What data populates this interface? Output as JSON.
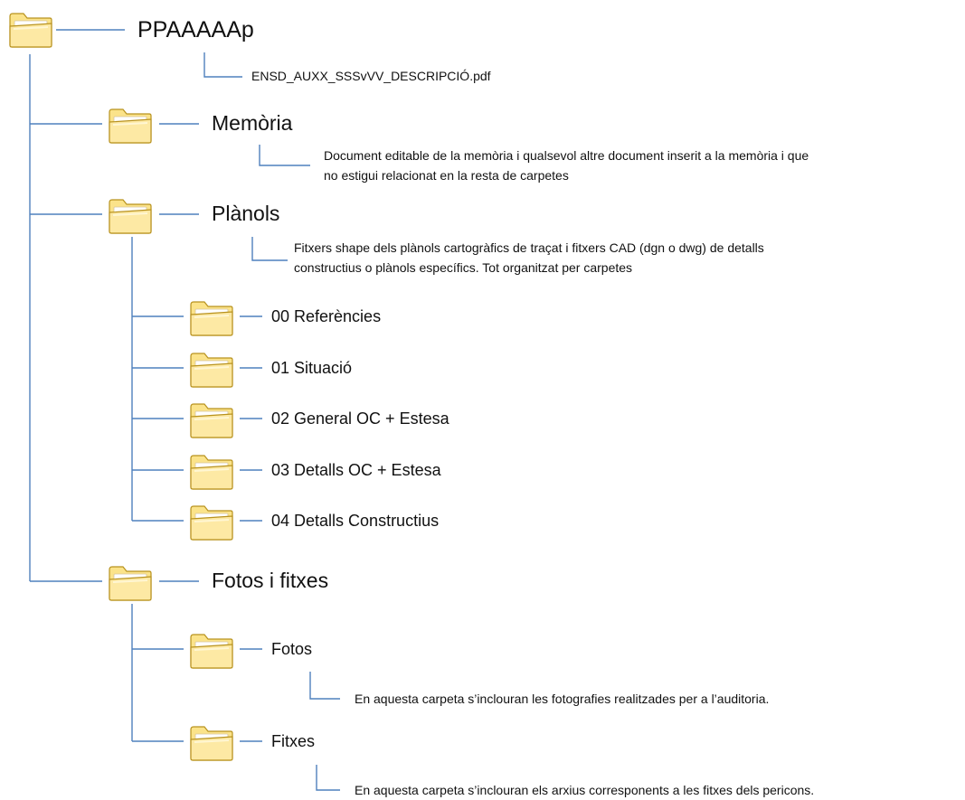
{
  "root": {
    "label": "PPAAAAAp",
    "file": "ENSD_AUXX_SSSvVV_DESCRIPCIÓ.pdf"
  },
  "folders": {
    "memoria": {
      "label": "Memòria",
      "desc_line1": "Document editable de la memòria i qualsevol altre document inserit a la memòria i que",
      "desc_line2": "no estigui relacionat en la resta de carpetes"
    },
    "planols": {
      "label": "Plànols",
      "desc_line1": "Fitxers shape dels plànols cartogràfics de traçat i fitxers CAD (dgn o dwg) de detalls",
      "desc_line2": "constructius o plànols específics. Tot organitzat per carpetes",
      "children": [
        {
          "label": "00 Referències"
        },
        {
          "label": "01 Situació"
        },
        {
          "label": "02 General OC + Estesa"
        },
        {
          "label": "03 Detalls OC + Estesa"
        },
        {
          "label": "04 Detalls Constructius"
        }
      ]
    },
    "fotos_fitxes": {
      "label": "Fotos i fitxes",
      "fotos": {
        "label": "Fotos",
        "desc": "En aquesta carpeta s’inclouran les fotografies realitzades per a l’auditoria."
      },
      "fitxes": {
        "label": "Fitxes",
        "desc": "En aquesta carpeta s’inclouran els arxius corresponents a les fitxes dels pericons."
      }
    }
  },
  "icon": "folder-icon",
  "colors": {
    "connector": "#4f81bd",
    "folder_fill": "#fbe38a",
    "folder_stroke": "#b8921e"
  }
}
